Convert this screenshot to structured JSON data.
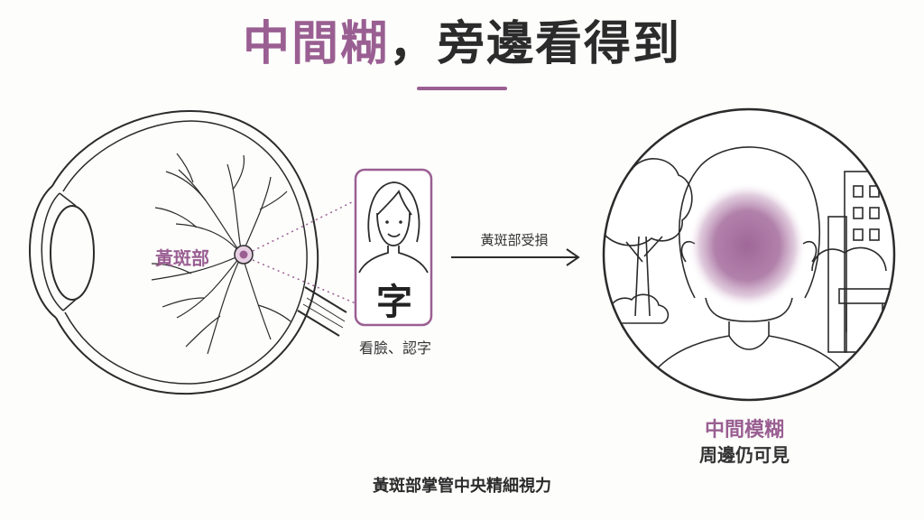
{
  "title": {
    "highlight": "中間糊",
    "comma": "，",
    "rest": "旁邊看得到"
  },
  "eye": {
    "macula_label": "黃斑部"
  },
  "function_card": {
    "character": "字",
    "caption": "看臉、認字"
  },
  "arrow": {
    "label": "黃斑部受損"
  },
  "outcome": {
    "title": "中間模糊",
    "subtitle": "周邊仍可見"
  },
  "footer": "黃斑部掌管中央精細視力",
  "colors": {
    "accent": "#9a5f92",
    "text": "#2b2b2b",
    "line": "#2b2b2b"
  }
}
